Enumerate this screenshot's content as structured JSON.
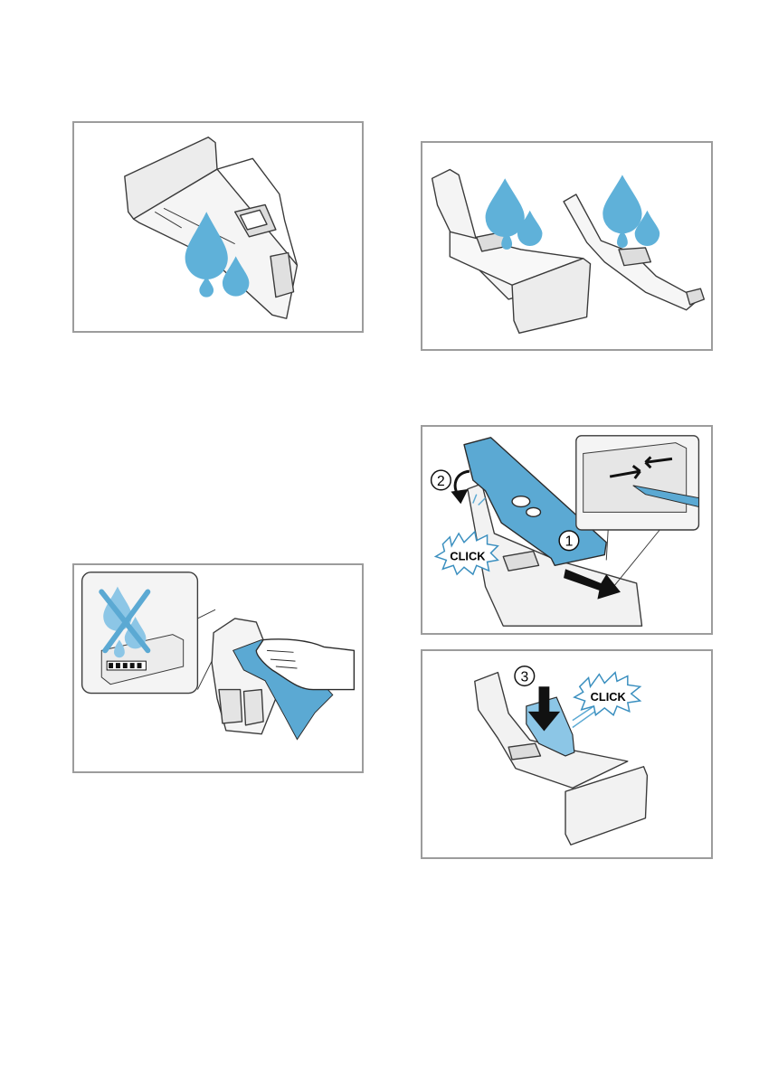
{
  "colors": {
    "frame": "#9c9c9c",
    "water_blue": "#5fb1d9",
    "part_blue": "#5ba9d3",
    "outline": "#3a3a3a",
    "grey_fill": "#e4e4e4"
  },
  "panels": {
    "rinse_water": {
      "icons": [
        "water-drops-icon",
        "dispenser-insert-icon"
      ]
    },
    "rinse_parts": {
      "icons": [
        "water-drops-icon",
        "detergent-drawer-icon"
      ]
    },
    "insert_siphon": {
      "step_1": "1",
      "step_2": "2",
      "click_label": "CLICK"
    },
    "dry_cloth": {
      "icons": [
        "no-water-icon",
        "cloth-icon",
        "hand-icon"
      ]
    },
    "press_siphon": {
      "step_3": "3",
      "click_label": "CLICK"
    }
  }
}
